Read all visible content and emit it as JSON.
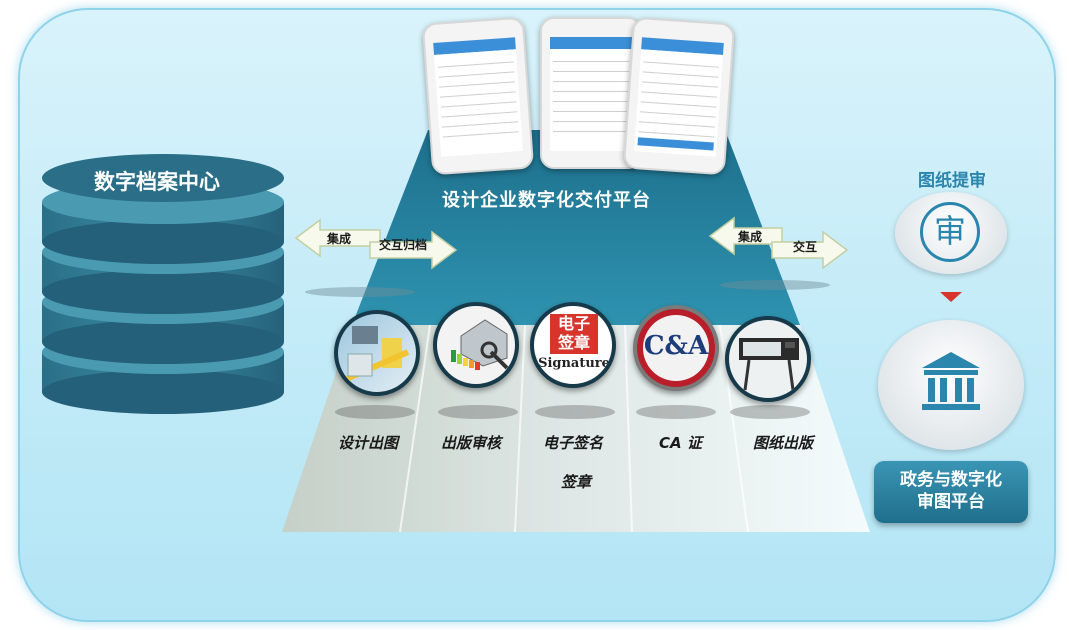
{
  "left_db": {
    "title": "数字档案中心"
  },
  "platform": {
    "title": "设计企业数字化交付平台"
  },
  "left_arrows": {
    "top": "集成",
    "bottom": "交互归档"
  },
  "right_arrows": {
    "top": "集成",
    "bottom": "交互"
  },
  "right": {
    "review_label": "图纸提审",
    "review_icon_char": "审",
    "gov_platform": "政务与数字化审图平台"
  },
  "modules": [
    {
      "label": "设计出图"
    },
    {
      "label": "出版审核"
    },
    {
      "label": "电子签名签章",
      "line1": "电子签名",
      "line2": "签章"
    },
    {
      "label": "CA 证"
    },
    {
      "label": "图纸出版"
    }
  ],
  "seal": {
    "line1": "电子",
    "line2": "签章",
    "text": "Signature"
  },
  "ca_logo": "C&A",
  "colors": {
    "teal": "#1e7a96",
    "db": "#2a6f87",
    "accent_red": "#d9342b"
  }
}
